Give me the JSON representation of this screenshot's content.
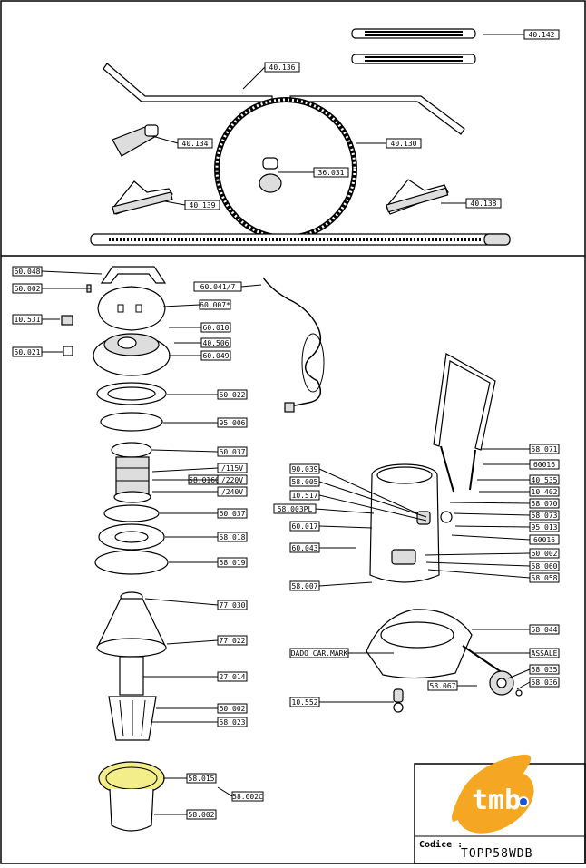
{
  "codice_label": "Codice :",
  "codice_value": "TOPP58WDB",
  "logo_text": "tmb",
  "colors": {
    "logo_orange": "#F5A623",
    "logo_blue": "#1a4fd8",
    "highlight_yellow": "#f3ee8a"
  },
  "top_labels": [
    "40.142",
    "40.136",
    "40.134",
    "40.130",
    "36.031",
    "40.139",
    "40.138"
  ],
  "left_labels": [
    "60.048",
    "60.002",
    "10.531",
    "50.021",
    "60.041/7",
    "60.007*",
    "60.010",
    "40.506",
    "60.049",
    "60.022",
    "95.006",
    "60.037",
    "/115V",
    "58.016C",
    "/220V",
    "/240V",
    "60.037",
    "58.018",
    "58.019",
    "77.030",
    "77.022",
    "27.014",
    "60.002",
    "58.023",
    "58.015",
    "58.002C",
    "58.002"
  ],
  "right_labels": [
    "58.071",
    "60016",
    "40.535",
    "10.402",
    "58.070",
    "58.073",
    "95.013",
    "60016",
    "60.002",
    "58.060",
    "58.058",
    "90.039",
    "58.005",
    "10.517",
    "58.003PL",
    "60.017",
    "60.043",
    "58.007",
    "58.044",
    "ASSALE",
    "DADO CAR.MARK",
    "58.035",
    "58.036",
    "58.067",
    "10.552"
  ]
}
